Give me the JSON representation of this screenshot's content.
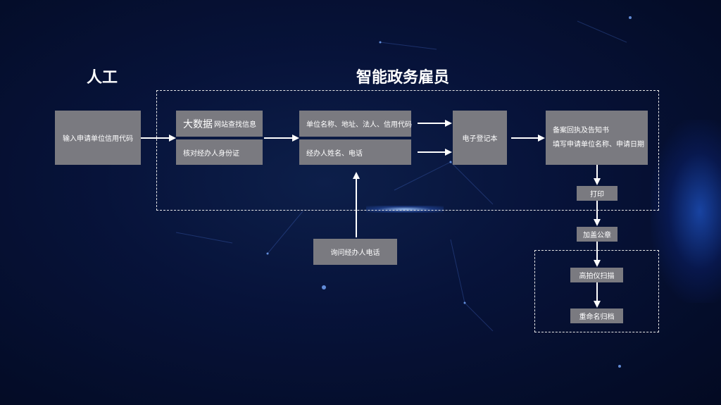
{
  "headings": {
    "manual": "人工",
    "smart": "智能政务雇员"
  },
  "boxes": {
    "input_credit_code": "输入申请单位信用代码",
    "bigdata_prefix": "大数据",
    "bigdata_suffix": "网站查找信息",
    "verify_id": "核对经办人身份证",
    "unit_info": "单位名称、地址、法人、信用代码",
    "handler_info": "经办人姓名、电话",
    "ask_phone": "询问经办人电话",
    "e_register": "电子登记本",
    "filing_line1": "备案回执及告知书",
    "filing_line2": "填写申请单位名称、申请日期",
    "print": "打印",
    "stamp": "加盖公章",
    "scan": "高拍仪扫描",
    "rename_archive": "重命名归档"
  },
  "colors": {
    "box_fill": "#7a7a80",
    "arrow": "#ffffff",
    "dash": "#e6e6e6"
  }
}
